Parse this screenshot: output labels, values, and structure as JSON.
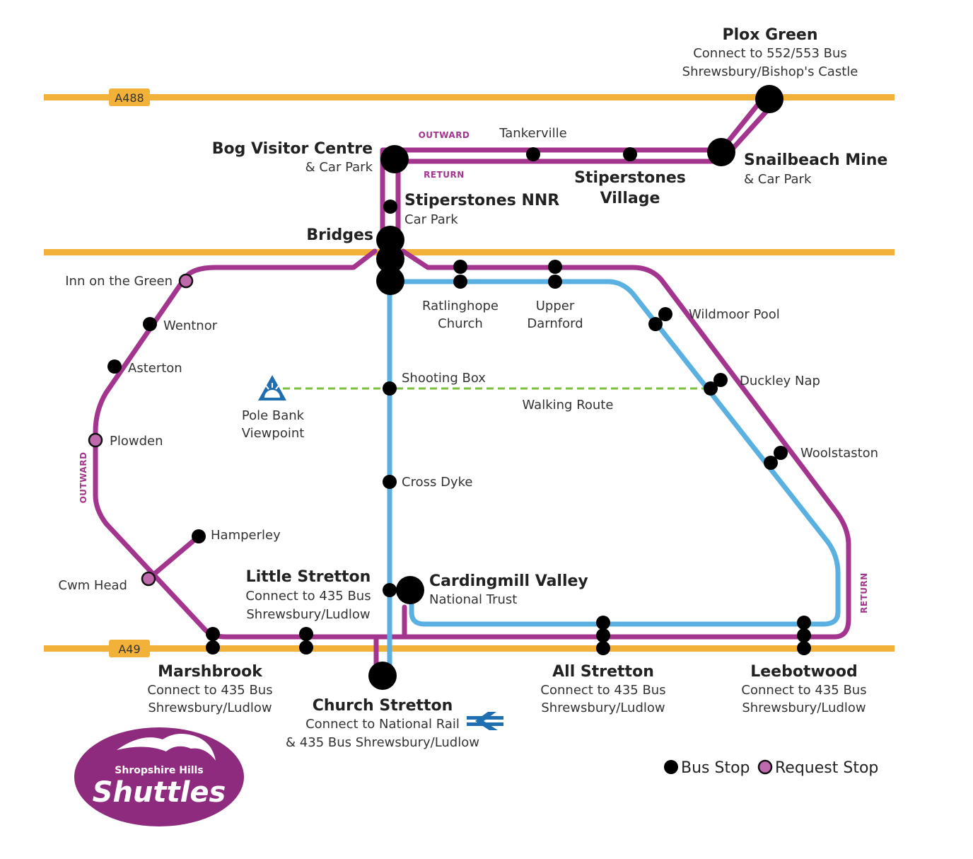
{
  "colors": {
    "road": "#f2b23a",
    "purple_route": "#a3358f",
    "blue_route": "#5ab0e0",
    "walking_route": "#7cbf3a",
    "bus_stop": "#000000",
    "request_stop": "#c06aae",
    "logo": "#8e2b7e"
  },
  "roads": {
    "a488": "A488",
    "a49": "A49"
  },
  "directions": {
    "outward_top": "OUTWARD",
    "return_top": "RETURN",
    "outward_left": "OUTWARD",
    "return_right": "RETURN"
  },
  "stops": {
    "plox_green": {
      "name": "Plox Green",
      "sub1": "Connect to 552/553 Bus",
      "sub2": "Shrewsbury/Bishop's Castle"
    },
    "bog": {
      "name": "Bog Visitor Centre",
      "sub1": "& Car Park"
    },
    "tankerville": {
      "name": "Tankerville"
    },
    "stiperstones_village": {
      "name1": "Stiperstones",
      "name2": "Village"
    },
    "snailbeach": {
      "name": "Snailbeach Mine",
      "sub1": "& Car Park"
    },
    "stiperstones_nnr": {
      "name": "Stiperstones NNR",
      "sub1": "Car Park"
    },
    "bridges": {
      "name": "Bridges"
    },
    "inn": {
      "name": "Inn on the Green"
    },
    "wentnor": {
      "name": "Wentnor"
    },
    "asterton": {
      "name": "Asterton"
    },
    "plowden": {
      "name": "Plowden"
    },
    "hamperley": {
      "name": "Hamperley"
    },
    "cwm_head": {
      "name": "Cwm Head"
    },
    "ratlinghope": {
      "name1": "Ratlinghope",
      "name2": "Church"
    },
    "upper_darnford": {
      "name1": "Upper",
      "name2": "Darnford"
    },
    "wildmoor": {
      "name": "Wildmoor Pool"
    },
    "duckley": {
      "name": "Duckley Nap"
    },
    "woolstaston": {
      "name": "Woolstaston"
    },
    "shooting_box": {
      "name": "Shooting Box"
    },
    "pole_bank": {
      "name1": "Pole Bank",
      "name2": "Viewpoint"
    },
    "walking_route": {
      "name": "Walking Route"
    },
    "cross_dyke": {
      "name": "Cross Dyke"
    },
    "little_stretton": {
      "name": "Little Stretton",
      "sub1": "Connect to 435 Bus",
      "sub2": "Shrewsbury/Ludlow"
    },
    "cardingmill": {
      "name": "Cardingmill Valley",
      "sub1": "National Trust"
    },
    "marshbrook": {
      "name": "Marshbrook",
      "sub1": "Connect to 435 Bus",
      "sub2": "Shrewsbury/Ludlow"
    },
    "church_stretton": {
      "name": "Church Stretton",
      "sub1": "Connect to National Rail",
      "sub2": "& 435 Bus Shrewsbury/Ludlow"
    },
    "all_stretton": {
      "name": "All Stretton",
      "sub1": "Connect to 435 Bus",
      "sub2": "Shrewsbury/Ludlow"
    },
    "leebotwood": {
      "name": "Leebotwood",
      "sub1": "Connect to 435 Bus",
      "sub2": "Shrewsbury/Ludlow"
    }
  },
  "legend": {
    "bus_stop": "Bus Stop",
    "request_stop": "Request Stop"
  },
  "logo": {
    "line1": "Shropshire Hills",
    "line2": "Shuttles"
  }
}
